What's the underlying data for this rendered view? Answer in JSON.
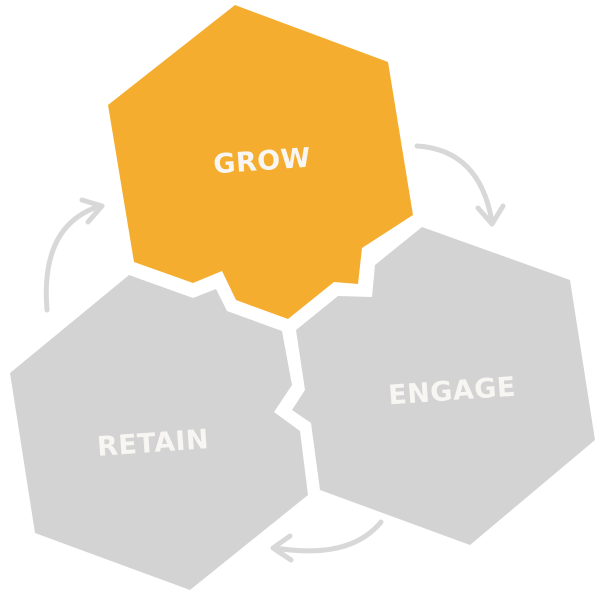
{
  "diagram": {
    "title": "Grow Engage Retain cycle",
    "nodes": [
      {
        "id": "grow",
        "label": "GROW",
        "color": "#F5AD30",
        "highlighted": true
      },
      {
        "id": "engage",
        "label": "ENGAGE",
        "color": "#D3D3D3",
        "highlighted": false
      },
      {
        "id": "retain",
        "label": "RETAIN",
        "color": "#D3D3D3",
        "highlighted": false
      }
    ],
    "edges": [
      {
        "from": "grow",
        "to": "engage"
      },
      {
        "from": "engage",
        "to": "retain"
      },
      {
        "from": "retain",
        "to": "grow"
      }
    ],
    "arrow_color": "#D8D8D8"
  }
}
